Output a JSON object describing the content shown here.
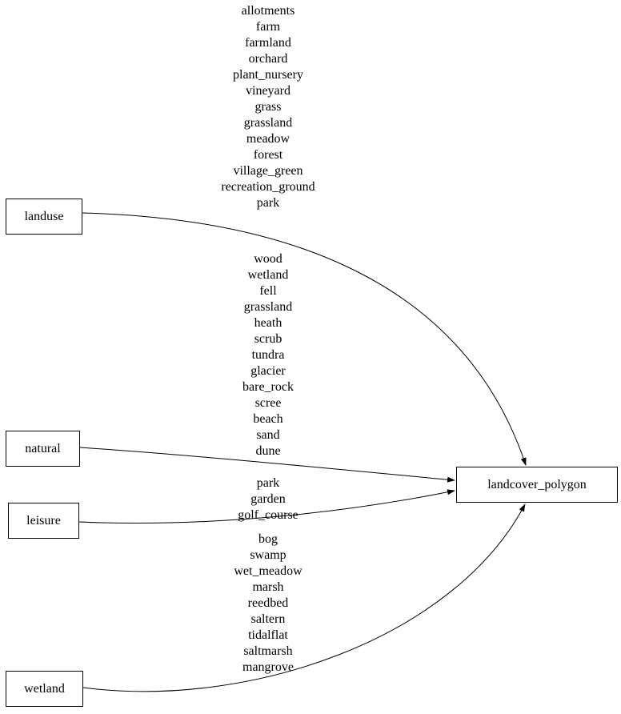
{
  "diagram": {
    "nodes": {
      "landuse": {
        "label": "landuse"
      },
      "natural": {
        "label": "natural"
      },
      "leisure": {
        "label": "leisure"
      },
      "wetland": {
        "label": "wetland"
      },
      "landcover_polygon": {
        "label": "landcover_polygon"
      }
    },
    "edges": [
      {
        "from": "landuse",
        "to": "landcover_polygon",
        "labels": [
          "allotments",
          "farm",
          "farmland",
          "orchard",
          "plant_nursery",
          "vineyard",
          "grass",
          "grassland",
          "meadow",
          "forest",
          "village_green",
          "recreation_ground",
          "park"
        ]
      },
      {
        "from": "natural",
        "to": "landcover_polygon",
        "labels": [
          "wood",
          "wetland",
          "fell",
          "grassland",
          "heath",
          "scrub",
          "tundra",
          "glacier",
          "bare_rock",
          "scree",
          "beach",
          "sand",
          "dune"
        ]
      },
      {
        "from": "leisure",
        "to": "landcover_polygon",
        "labels": [
          "park",
          "garden",
          "golf_course"
        ]
      },
      {
        "from": "wetland",
        "to": "landcover_polygon",
        "labels": [
          "bog",
          "swamp",
          "wet_meadow",
          "marsh",
          "reedbed",
          "saltern",
          "tidalflat",
          "saltmarsh",
          "mangrove"
        ]
      }
    ],
    "colors": {
      "background": "#ffffff",
      "node_border": "#000000",
      "edge_stroke": "#000000",
      "text": "#000000"
    }
  }
}
